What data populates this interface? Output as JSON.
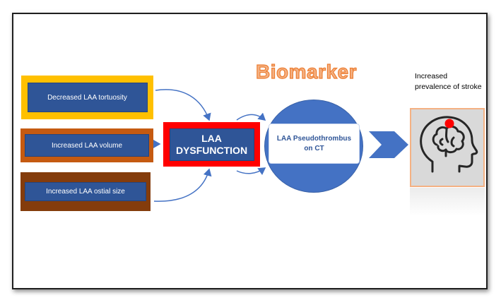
{
  "inputs": [
    {
      "label": "Decreased LAA tortuosity",
      "color": "#ffc000"
    },
    {
      "label": "Increased LAA volume",
      "color": "#c55a11"
    },
    {
      "label": "Increased LAA ostial size",
      "color": "#843c0c"
    }
  ],
  "dysfunction": {
    "label": "LAA\nDYSFUNCTION",
    "border_color": "#ff0000"
  },
  "biomarker": {
    "title": "Biomarker",
    "label": "LAA Pseudothrombus\non CT"
  },
  "outcome": {
    "label": "Increased prevalence of stroke",
    "icon": "brain-head-icon"
  },
  "colors": {
    "box_fill": "#2f5597",
    "circle": "#4472c4",
    "title": "#f4b183"
  }
}
